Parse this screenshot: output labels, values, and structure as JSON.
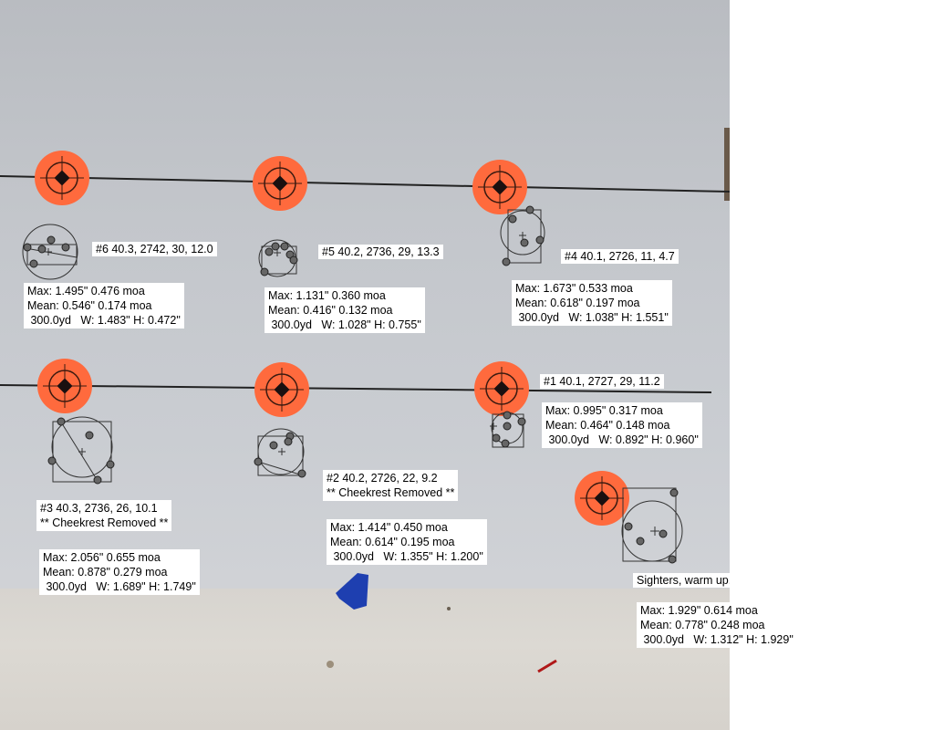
{
  "groups": {
    "g6": {
      "title": "#6 40.3, 2742, 30, 12.0",
      "max": "Max: 1.495\" 0.476 moa",
      "mean": "Mean: 0.546\" 0.174 moa",
      "dist": " 300.0yd   W: 1.483\" H: 0.472\""
    },
    "g5": {
      "title": "#5 40.2, 2736, 29, 13.3",
      "max": "Max: 1.131\" 0.360 moa",
      "mean": "Mean: 0.416\" 0.132 moa",
      "dist": " 300.0yd   W: 1.028\" H: 0.755\""
    },
    "g4": {
      "title": "#4 40.1, 2726, 11, 4.7",
      "max": "Max: 1.673\" 0.533 moa",
      "mean": "Mean: 0.618\" 0.197 moa",
      "dist": " 300.0yd   W: 1.038\" H: 1.551\""
    },
    "g1": {
      "title": "#1 40.1, 2727, 29, 11.2",
      "max": "Max: 0.995\" 0.317 moa",
      "mean": "Mean: 0.464\" 0.148 moa",
      "dist": " 300.0yd   W: 0.892\" H: 0.960\""
    },
    "g2": {
      "title": "#2 40.2, 2726, 22, 9.2",
      "note": "** Cheekrest Removed **",
      "max": "Max: 1.414\" 0.450 moa",
      "mean": "Mean: 0.614\" 0.195 moa",
      "dist": " 300.0yd   W: 1.355\" H: 1.200\""
    },
    "g3": {
      "title": "#3 40.3, 2736, 26, 10.1",
      "note": "** Cheekrest Removed **",
      "max": "Max: 2.056\" 0.655 moa",
      "mean": "Mean: 0.878\" 0.279 moa",
      "dist": " 300.0yd   W: 1.689\" H: 1.749\""
    },
    "sighters": {
      "title": "Sighters, warm up.",
      "max": "Max: 1.929\" 0.614 moa",
      "mean": "Mean: 0.778\" 0.248 moa",
      "dist": " 300.0yd   W: 1.312\" H: 1.929\""
    }
  },
  "colors": {
    "target_orange": "#ff6a3d",
    "crosshair": "#3a1a10",
    "overlay_line": "#333333",
    "tape_blue": "#1e3fb0"
  }
}
